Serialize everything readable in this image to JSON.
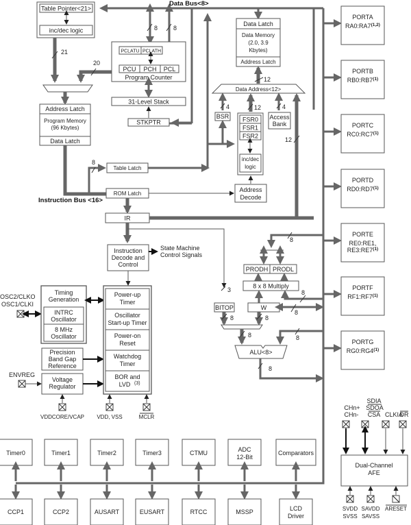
{
  "diagram": {
    "title": "PIC18 Microcontroller Block Diagram",
    "buses": {
      "data_bus": "Data Bus<8>",
      "instruction_bus": "Instruction Bus <16>"
    },
    "program_side": {
      "table_pointer": "Table Pointer<21>",
      "table_incdec": "inc/dec logic",
      "pclatu": "PCLATU",
      "pclath": "PCLATH",
      "pcu": "PCU",
      "pch": "PCH",
      "pcl": "PCL",
      "program_counter": "Program Counter",
      "stack": "31-Level Stack",
      "stkptr": "STKPTR",
      "pm_address_latch": "Address Latch",
      "program_memory": "Program Memory",
      "program_memory_size": "(96 Kbytes)",
      "pm_data_latch": "Data Latch",
      "table_latch": "Table Latch",
      "rom_latch": "ROM Latch",
      "ir": "IR",
      "instruction_decode": [
        "Instruction",
        "Decode and",
        "Control"
      ],
      "state_machine": [
        "State Machine",
        "Control Signals"
      ]
    },
    "data_side": {
      "dm_data_latch": "Data Latch",
      "data_memory": [
        "Data Memory",
        "(2.0, 3.9",
        "Kbytes)"
      ],
      "dm_address_latch": "Address Latch",
      "data_address": "Data Address<12>",
      "bsr": "BSR",
      "fsr0": "FSR0",
      "fsr1": "FSR1",
      "fsr2": "FSR2",
      "fsr_incdec": [
        "inc/dec",
        "logic"
      ],
      "access_bank": [
        "Access",
        "Bank"
      ],
      "address_decode": [
        "Address",
        "Decode"
      ]
    },
    "alu_side": {
      "prodh": "PRODH",
      "prodl": "PRODL",
      "multiply": "8 x 8 Multiply",
      "bitop": "BITOP",
      "w": "W",
      "alu": "ALU<8>"
    },
    "bus_widths": {
      "w8": "8",
      "w12": "12",
      "w20": "20",
      "w21": "21",
      "w4": "4",
      "w3": "3"
    },
    "clock_power": {
      "osc_pins": [
        "OSC2/CLKO",
        "OSC1/CLKI"
      ],
      "timing_generation": [
        "Timing",
        "Generation"
      ],
      "intrc": [
        "INTRC",
        "Oscillator"
      ],
      "mhz8": [
        "8 MHz",
        "Oscillator"
      ],
      "bandgap": [
        "Precision",
        "Band Gap",
        "Reference"
      ],
      "envreg": "ENVREG",
      "voltage_regulator": [
        "Voltage",
        "Regulator"
      ],
      "vddcore": "VDDCORE/VCAP",
      "vdd_vss": "VDD, VSS",
      "mclr": "MCLR"
    },
    "reset_block": {
      "powerup": [
        "Power-up",
        "Timer"
      ],
      "ost": [
        "Oscillator",
        "Start-up Timer"
      ],
      "por": [
        "Power-on",
        "Reset"
      ],
      "wdt": [
        "Watchdog",
        "Timer"
      ],
      "bor_lvd": [
        "BOR and",
        "LVD"
      ],
      "bor_note": "(3)"
    },
    "ports": [
      {
        "name": "PORTA",
        "pins": [
          "RA0:RA7"
        ],
        "note": "(1,2)"
      },
      {
        "name": "PORTB",
        "pins": [
          "RB0:RB7"
        ],
        "note": "(1)"
      },
      {
        "name": "PORTC",
        "pins": [
          "RC0:RC7"
        ],
        "note": "(1)"
      },
      {
        "name": "PORTD",
        "pins": [
          "RD0:RD7"
        ],
        "note": "(1)"
      },
      {
        "name": "PORTE",
        "pins": [
          "RE0:RE1,",
          "RE3:RE7"
        ],
        "note": "(1)"
      },
      {
        "name": "PORTF",
        "pins": [
          "RF1:RF7"
        ],
        "note": "(1)"
      },
      {
        "name": "PORTG",
        "pins": [
          "RG0:RG4"
        ],
        "note": "(1)"
      }
    ],
    "afe": {
      "title": [
        "Dual-Channel",
        "AFE"
      ],
      "top_pins": {
        "ch": [
          "CHn+",
          "CHn-"
        ],
        "spi": [
          "SDIA",
          "SDOA",
          "CSA"
        ],
        "clk": "CLKIA",
        "dr": "DR"
      },
      "bottom_pins": {
        "sv": [
          "SVDD",
          "SVSS"
        ],
        "sav": [
          "SAVDD",
          "SAVSS"
        ],
        "areset": "ARESET"
      }
    },
    "peripherals_top": [
      [
        "Timer0"
      ],
      [
        "Timer1"
      ],
      [
        "Timer2"
      ],
      [
        "Timer3"
      ],
      [
        "CTMU"
      ],
      [
        "ADC",
        "12-Bit"
      ],
      [
        "Comparators"
      ]
    ],
    "peripherals_bottom": [
      [
        "CCP1"
      ],
      [
        "CCP2"
      ],
      [
        "AUSART"
      ],
      [
        "EUSART"
      ],
      [
        "RTCC"
      ],
      [
        "MSSP"
      ],
      [
        "LCD",
        "Driver"
      ]
    ],
    "colors": {
      "bus": "#666666",
      "box_stroke": "#555555",
      "text": "#222222"
    }
  }
}
